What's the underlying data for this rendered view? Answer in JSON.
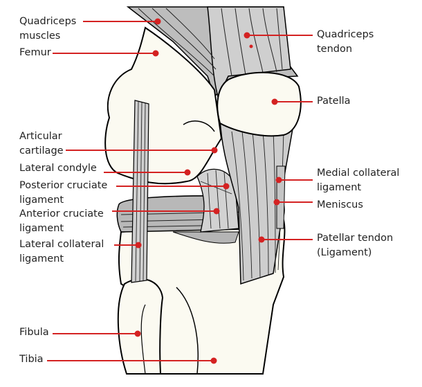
{
  "labels_left": {
    "quadriceps_muscles": "Quadriceps\nmuscles",
    "femur": "Femur",
    "articular_cartilage": "Articular\ncartilage",
    "lateral_condyle": "Lateral condyle",
    "posterior_cruciate": "Posterior cruciate\nligament",
    "anterior_cruciate": "Anterior cruciate\nligament",
    "lateral_collateral": "Lateral collateral\nligament",
    "fibula": "Fibula",
    "tibia": "Tibia"
  },
  "labels_right": {
    "quadriceps_tendon": "Quadriceps\ntendon",
    "patella": "Patella",
    "medial_collateral": "Medial collateral\nligament",
    "meniscus": "Meniscus",
    "patellar_tendon": "Patellar tendon\n(Ligament)"
  },
  "colors": {
    "leader": "#d42222",
    "bone": "#fbfaf1",
    "tissue": "#c9c9c9",
    "tissue_dark": "#a9a9a9"
  }
}
